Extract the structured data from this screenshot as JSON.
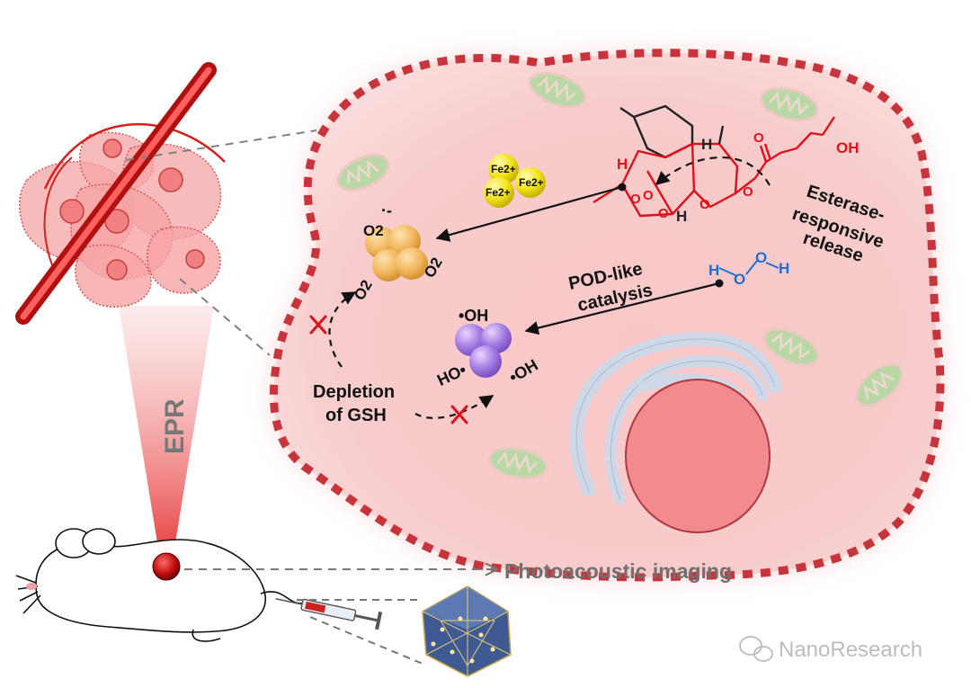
{
  "labels": {
    "esterase_1": "Esterase-",
    "esterase_2": "responsive",
    "esterase_3": "release",
    "pod_1": "POD-like",
    "pod_2": "catalysis",
    "depletion_1": "Depletion",
    "depletion_2": "of GSH",
    "epr": "EPR",
    "photoacoustic": "Photoacoustic imaging",
    "watermark": "NanoResearch"
  },
  "species": {
    "fe_1": "Fe2+",
    "fe_2": "Fe2+",
    "fe_3": "Fe2+",
    "o2_1": "O2",
    "o2_2": "O2",
    "o2_3": "O2",
    "oh_1": "•OH",
    "oh_2": "HO•",
    "oh_3": "•OH",
    "h2o2_h1": "H",
    "h2o2_o1": "O",
    "h2o2_o2": "O",
    "h2o2_h2": "H",
    "mol_h1": "H",
    "mol_h2": "H",
    "mol_h3": "H",
    "mol_o1": "O",
    "mol_o2": "O",
    "mol_o3": "O",
    "mol_o4": "O",
    "mol_o5": "O",
    "mol_oh": "OH",
    "mol_o_acid": "O"
  },
  "colors": {
    "cell_fill": "#f8c4c4",
    "cell_membrane": "#c8343c",
    "mitochondria": "#b9d8a6",
    "nucleus": "#f18b8f",
    "golgi": "#cfd8e8",
    "iron": "#f0e020",
    "oxygen_sphere": "#f2bb66",
    "hydroxyl_sphere": "#a77be0",
    "molecule_red": "#e0101a",
    "h2o2_blue": "#1f6fd0",
    "cross_red": "#e0101a",
    "epr_text": "#777777",
    "photoacoustic_text": "#707070"
  },
  "icons": [
    "syringe-icon",
    "mouse-icon",
    "nanoparticle-icon",
    "wechat-icon"
  ]
}
